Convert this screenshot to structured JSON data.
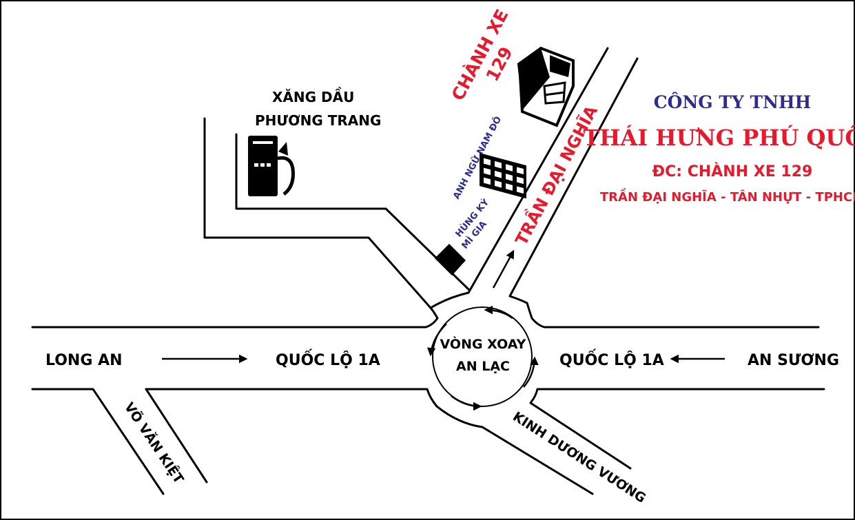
{
  "company": {
    "line1": "CÔNG TY TNHH",
    "line2": "THÁI HƯNG PHÚ QUỐC",
    "line3": "ĐC: CHÀNH XE 129",
    "line4": "TRẦN ĐẠI NGHĨA - TÂN NHỰT - TPHCM"
  },
  "places": {
    "chanh_xe_1": "CHÀNH XE",
    "chanh_xe_2": "129",
    "gas_1": "XĂNG DẦU",
    "gas_2": "PHƯƠNG TRANG",
    "school": "ANH NGỮ NAM ĐÔ",
    "shop_1": "HÙNG KÝ",
    "shop_2": "MÌ GIA"
  },
  "roads": {
    "tran_dai_nghia": "TRẦN ĐẠI NGHĨA",
    "long_an": "LONG AN",
    "ql1a_left": "QUỐC LỘ 1A",
    "ql1a_right": "QUỐC LỘ 1A",
    "an_suong": "AN SƯƠNG",
    "vo_van_kiet": "VÕ VĂN KIỆT",
    "kinh_duong_vuong": "KINH DƯƠNG VƯƠNG",
    "roundabout_1": "VÒNG XOAY",
    "roundabout_2": "AN LẠC"
  },
  "colors": {
    "road": "#000000",
    "accent_red": "#e8192c",
    "accent_blue": "#2b2e8f"
  },
  "icons": [
    "fuel-pump-icon",
    "house-icon",
    "office-building-icon",
    "shop-block-icon"
  ]
}
